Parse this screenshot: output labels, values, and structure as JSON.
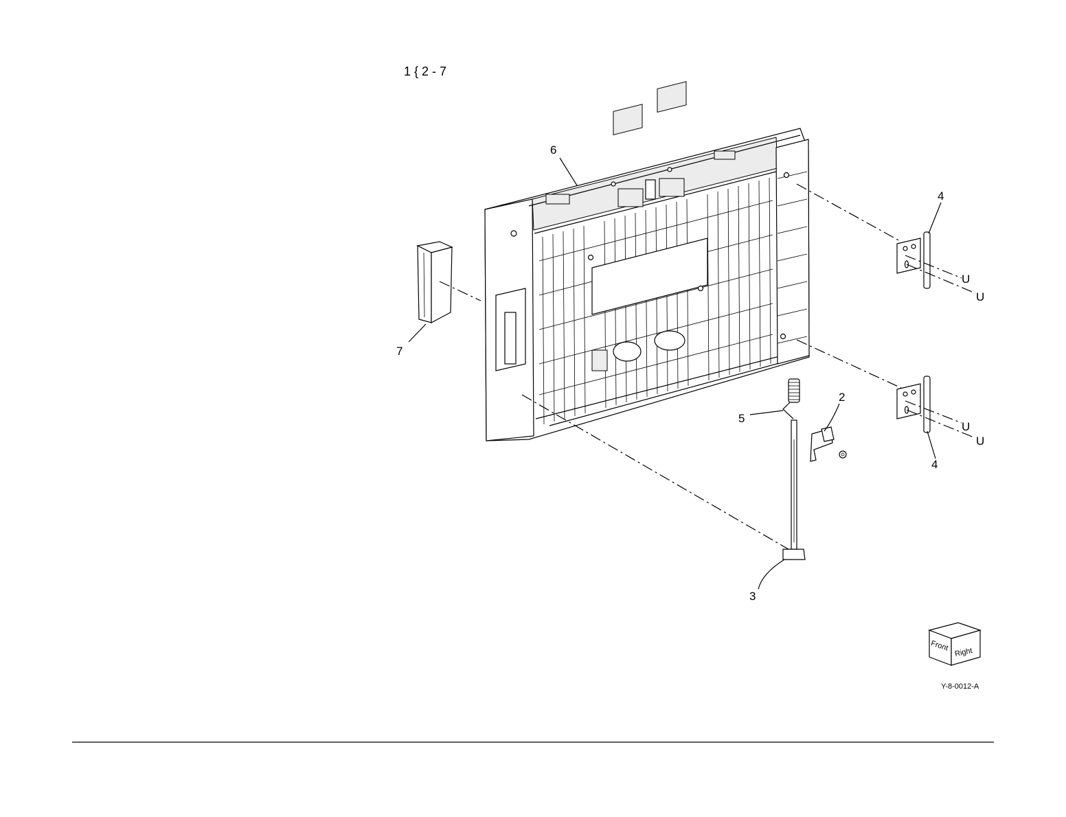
{
  "header": {
    "range_label": "1 { 2 - 7"
  },
  "callouts": {
    "c2": "2",
    "c3": "3",
    "c4_top": "4",
    "c4_bottom": "4",
    "c5": "5",
    "c6": "6",
    "c7": "7",
    "u1": "U",
    "u2": "U",
    "u3": "U",
    "u4": "U"
  },
  "orientation_cube": {
    "front_label": "Front",
    "right_label": "Right"
  },
  "figure_id": "Y-8-0012-A"
}
